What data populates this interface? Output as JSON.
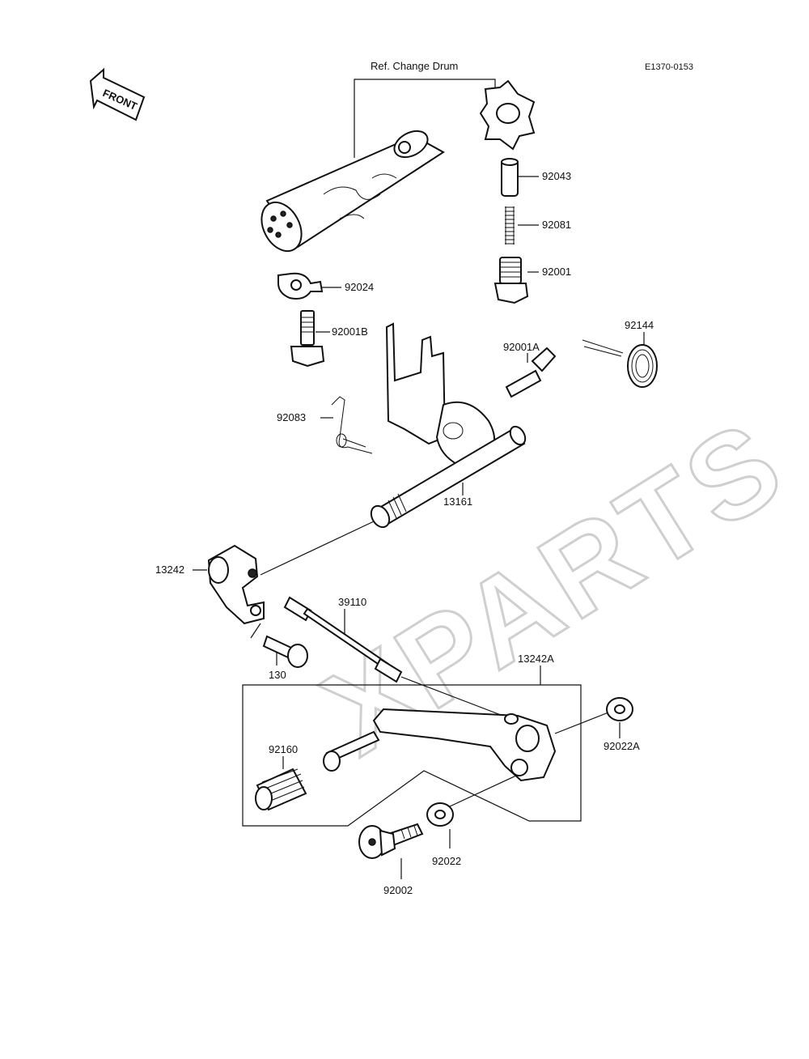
{
  "diagram": {
    "ref_label": "Ref. Change Drum",
    "code": "E1370-0153",
    "front_label": "FRONT",
    "watermark": "XPARTS",
    "parts": {
      "p92043": "92043",
      "p92081": "92081",
      "p92001": "92001",
      "p92024": "92024",
      "p92001B": "92001B",
      "p92144": "92144",
      "p92001A": "92001A",
      "p92083": "92083",
      "p13161": "13161",
      "p13242": "13242",
      "p39110": "39110",
      "p130": "130",
      "p13242A": "13242A",
      "p92160": "92160",
      "p92022A": "92022A",
      "p92022": "92022",
      "p92002": "92002"
    }
  }
}
